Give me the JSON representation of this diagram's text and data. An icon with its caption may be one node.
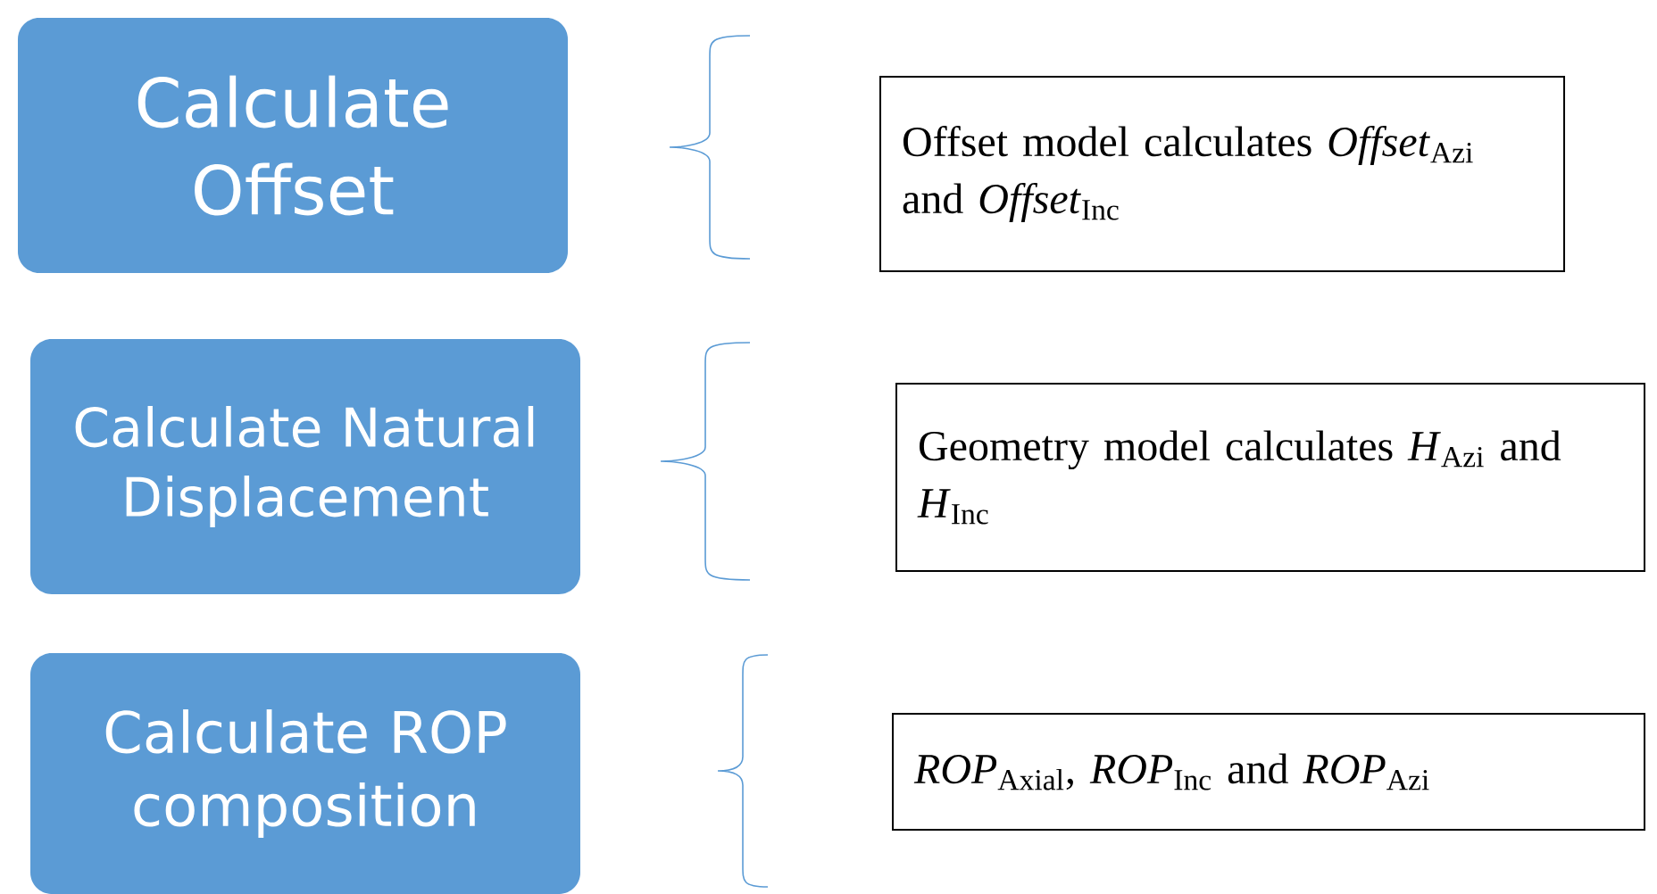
{
  "diagram": {
    "nodes": [
      {
        "text": [
          "Calculate Offset"
        ]
      },
      {
        "text": [
          "Offset model calculates *Offset*$_{Azi}$ and *Offset*$_{Inc}$"
        ]
      },
      {
        "text": [
          "Calculate Natural Displacement"
        ]
      },
      {
        "text": [
          "Geometry model calculates *H*$_{Azi}$ and *H*$_{Inc}$"
        ]
      },
      {
        "text": [
          "Calculate ROP composition"
        ]
      },
      {
        "text": [
          "*ROP*$_{Axial}$, *ROP*$_{Inc}$ and *ROP*$_{Azi}$"
        ]
      }
    ]
  }
}
